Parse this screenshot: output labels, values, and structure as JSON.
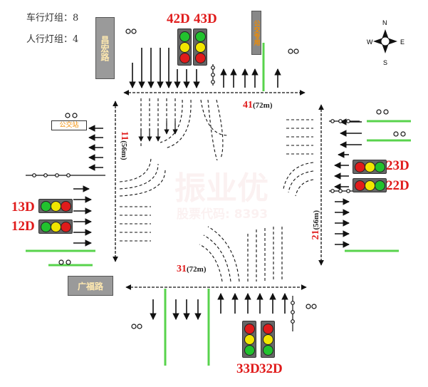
{
  "info": {
    "vehicle_groups": "车行灯组：8",
    "pedestrian_groups": "人行灯组：4"
  },
  "roads": {
    "north": "昌宏路",
    "northeast": "公交专用",
    "west_sign": "公交站",
    "southwest": "广福路"
  },
  "signals": {
    "s42": "42D",
    "s43": "43D",
    "s23": "23D",
    "s22": "22D",
    "s13": "13D",
    "s12": "12D",
    "s33": "33D",
    "s32": "32D"
  },
  "distances": {
    "north_num": "41",
    "north_unit": "(72m)",
    "south_num": "31",
    "south_unit": "(72m)",
    "west_num": "11",
    "west_unit": "(56m)",
    "east_num": "21",
    "east_unit": "(56m)"
  },
  "compass": {
    "n": "N",
    "s": "S",
    "e": "E",
    "w": "W"
  },
  "watermark": {
    "line1": "振业优",
    "line2": "股票代码: 8393"
  },
  "colors": {
    "red": "#e01b1b",
    "green": "#22c22e",
    "yellow": "#f2e600",
    "lane": "#58d34c"
  }
}
